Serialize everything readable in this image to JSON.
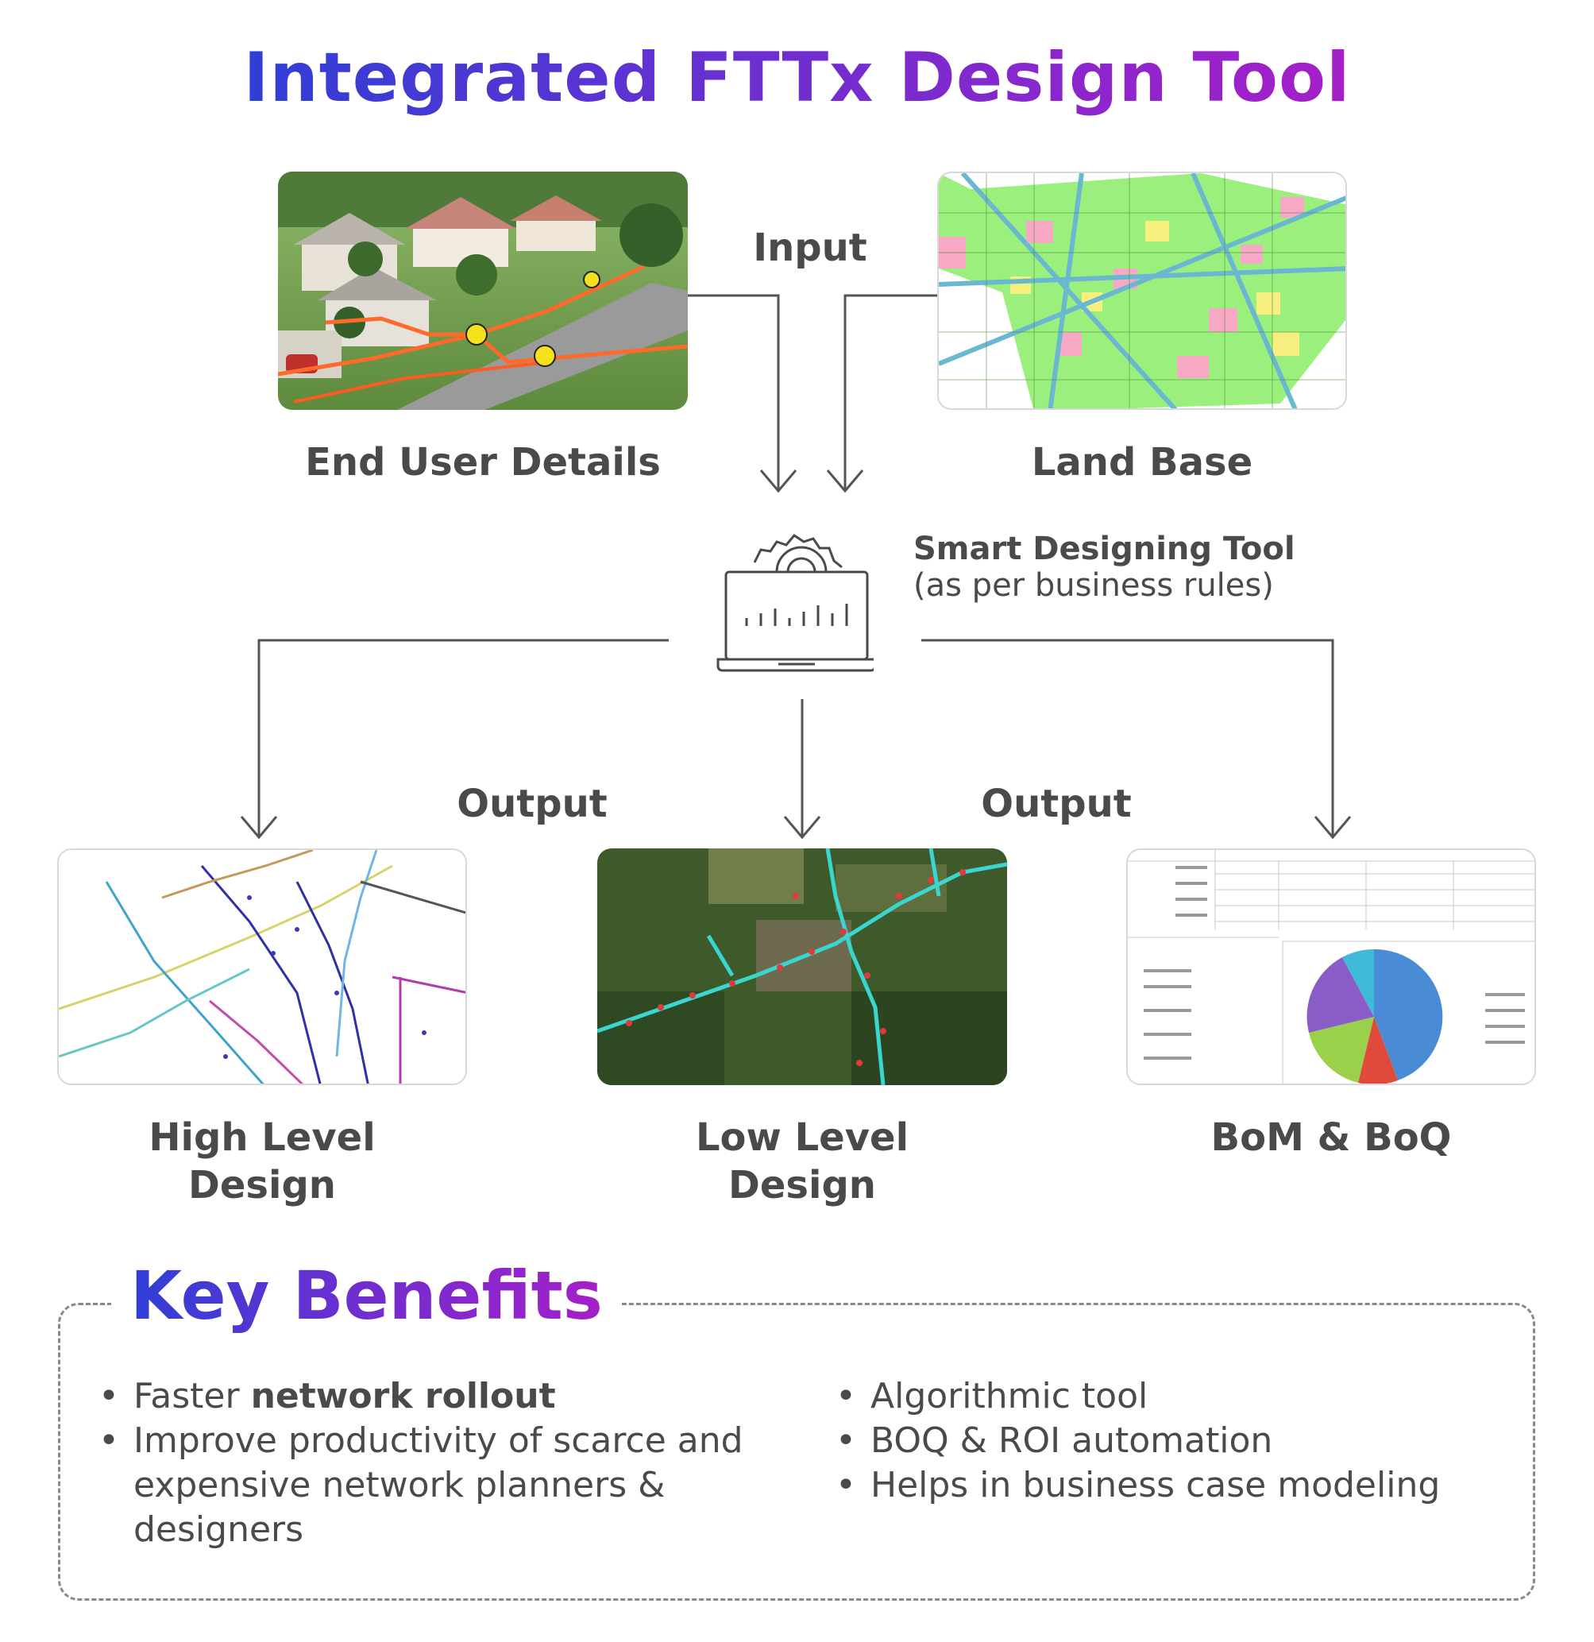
{
  "title": {
    "part1": "Integrated FTTx Design Tool"
  },
  "input_label": "Input",
  "output_label_left": "Output",
  "output_label_right": "Output",
  "inputs": {
    "end_user": "End User Details",
    "land_base": "Land Base"
  },
  "tool": {
    "title": "Smart Designing Tool",
    "subtitle": "(as per business rules)"
  },
  "outputs": {
    "hld_line1": "High Level",
    "hld_line2": "Design",
    "lld_line1": "Low Level",
    "lld_line2": "Design",
    "bom": "BoM & BoQ"
  },
  "benefits": {
    "title": "Key Benefits",
    "left": [
      {
        "prefix": "Faster ",
        "bold": "network rollout"
      },
      {
        "text": "Improve productivity of scarce and expensive network planners & designers"
      }
    ],
    "right": [
      "Algorithmic tool",
      "BOQ & ROI automation",
      "Helps in business case modeling"
    ]
  },
  "colors": {
    "gradient_start": "#2f3fd6",
    "gradient_end": "#a51fc9",
    "text": "#4a4a4a",
    "arrow": "#555555"
  }
}
